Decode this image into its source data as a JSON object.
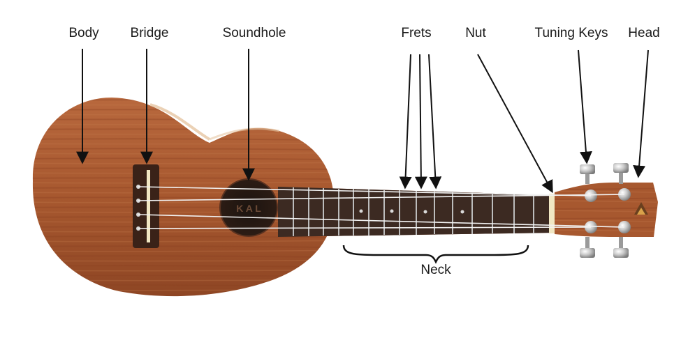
{
  "labels": {
    "body": "Body",
    "bridge": "Bridge",
    "soundhole": "Soundhole",
    "frets": "Frets",
    "nut": "Nut",
    "tuning_keys": "Tuning Keys",
    "head": "Head",
    "neck": "Neck"
  },
  "colors": {
    "wood_light": "#b4643a",
    "wood_mid": "#9a4f2b",
    "wood_dark": "#6e3417",
    "fretboard": "#3c2a22",
    "bridge": "#3a2218",
    "nut": "#f1e7c3",
    "peg_metal": "#c9c9c9",
    "string": "#f2f2f2",
    "arrow": "#111111"
  }
}
